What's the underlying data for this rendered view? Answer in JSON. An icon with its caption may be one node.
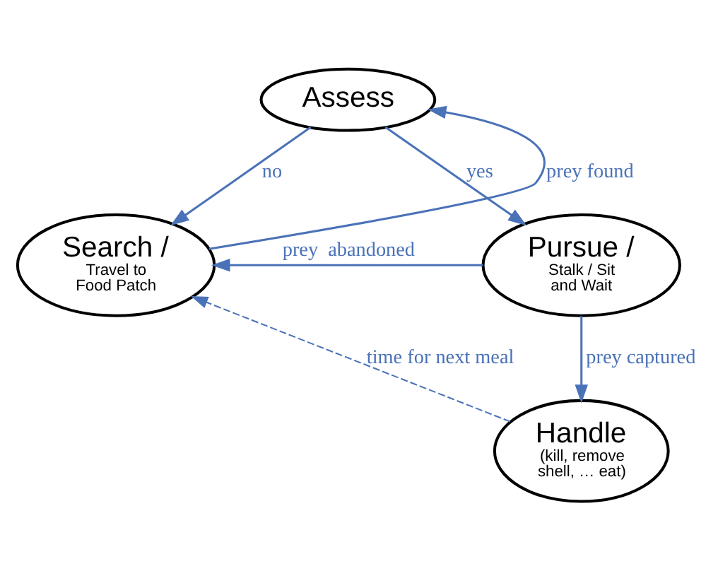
{
  "diagram": {
    "nodes": [
      {
        "text": [
          "Assess"
        ]
      },
      {
        "text": [
          "Search /",
          "Travel to Food Patch"
        ]
      },
      {
        "text": [
          "Pursue /",
          "Stalk / Sit and Wait"
        ]
      },
      {
        "text": [
          "Handle",
          "(kill, remove shell, … eat)"
        ]
      }
    ],
    "edges": [
      {
        "from": 1,
        "to": 0,
        "arrow": "to",
        "label": "prey found"
      },
      {
        "from": 0,
        "to": 2,
        "arrow": "to",
        "label": "yes"
      },
      {
        "from": 0,
        "to": 1,
        "arrow": "to",
        "label": "no"
      },
      {
        "from": 2,
        "to": 1,
        "arrow": "to",
        "label": "prey  abandoned"
      },
      {
        "from": 2,
        "to": 3,
        "arrow": "to",
        "label": "prey captured"
      },
      {
        "from": 3,
        "to": 1,
        "arrow": "to",
        "label": "time for next meal",
        "style": "dashed"
      }
    ]
  }
}
